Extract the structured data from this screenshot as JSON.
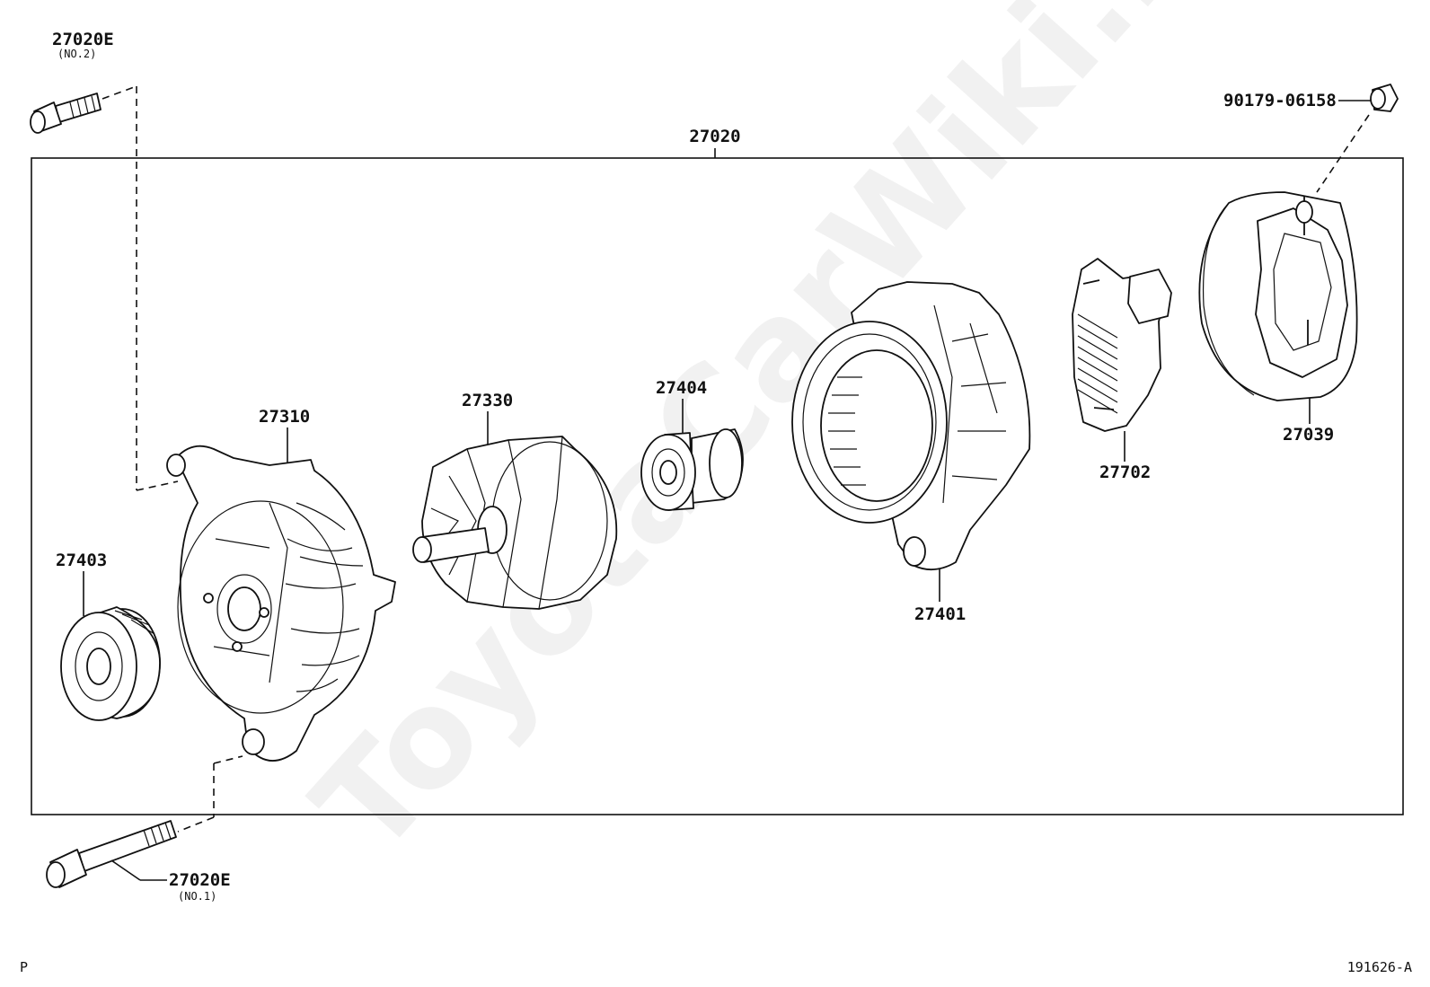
{
  "watermark": "ToyotaCarWiki.ru",
  "assembly": {
    "label": "27020"
  },
  "parts": [
    {
      "id": "bolt-no2",
      "label": "27020E",
      "sub": "(NO.2)"
    },
    {
      "id": "nut",
      "label": "90179-06158"
    },
    {
      "id": "drive-end-frame",
      "label": "27310"
    },
    {
      "id": "rotor",
      "label": "27330"
    },
    {
      "id": "bearing",
      "label": "27404"
    },
    {
      "id": "pulley",
      "label": "27403"
    },
    {
      "id": "stator-frame",
      "label": "27401"
    },
    {
      "id": "regulator",
      "label": "27702"
    },
    {
      "id": "rear-cover",
      "label": "27039"
    },
    {
      "id": "bolt-no1",
      "label": "27020E",
      "sub": "(NO.1)"
    }
  ],
  "footer": {
    "left": "P",
    "right": "191626-A"
  }
}
